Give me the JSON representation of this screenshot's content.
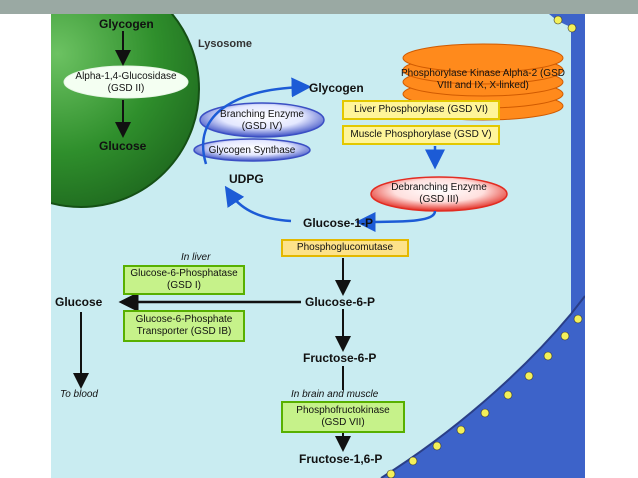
{
  "lysosome": {
    "label": "Lysosome",
    "glycogen": "Glycogen",
    "enzyme": "Alpha-1,4-Glucosidase (GSD II)",
    "glucose": "Glucose"
  },
  "cytoplasm": {
    "glycogen": "Glycogen",
    "udpg": "UDPG",
    "glucose_1_p": "Glucose-1-P",
    "glucose_6_p": "Glucose-6-P",
    "fructose_6_p": "Fructose-6-P",
    "fructose_1_6_p": "Fructose-1,6-P",
    "glucose": "Glucose",
    "to_blood": "To blood"
  },
  "enzymes": {
    "phosphorylase_kinase": "Phosphorylase Kinase Alpha-2 (GSD VIII and IX, X-linked)",
    "liver_phosphorylase": "Liver Phosphorylase (GSD VI)",
    "muscle_phosphorylase": "Muscle Phosphorylase (GSD V)",
    "branching_enzyme": "Branching Enzyme (GSD IV)",
    "glycogen_synthase": "Glycogen Synthase",
    "debranching_enzyme": "Debranching Enzyme (GSD III)",
    "phosphoglucomutase": "Phosphoglucomutase",
    "g6pase": "Glucose-6-Phosphatase (GSD I)",
    "g6p_transporter": "Glucose-6-Phosphate Transporter (GSD IB)",
    "phosphofructokinase": "Phosphofructokinase (GSD VII)"
  },
  "notes": {
    "in_liver": "In liver",
    "in_brain_muscle": "In brain and muscle"
  },
  "colors": {
    "background": "#c9ecf1",
    "lysosome": "#2f8f2c",
    "green_box": "#c6f28a",
    "yellow_box": "#fff59a",
    "red_ellipse": "#e22c22",
    "blue_ellipse": "#3b4fc4",
    "orange_ellipse": "#ff8a1c",
    "arrow_blue": "#1c5bd6"
  }
}
